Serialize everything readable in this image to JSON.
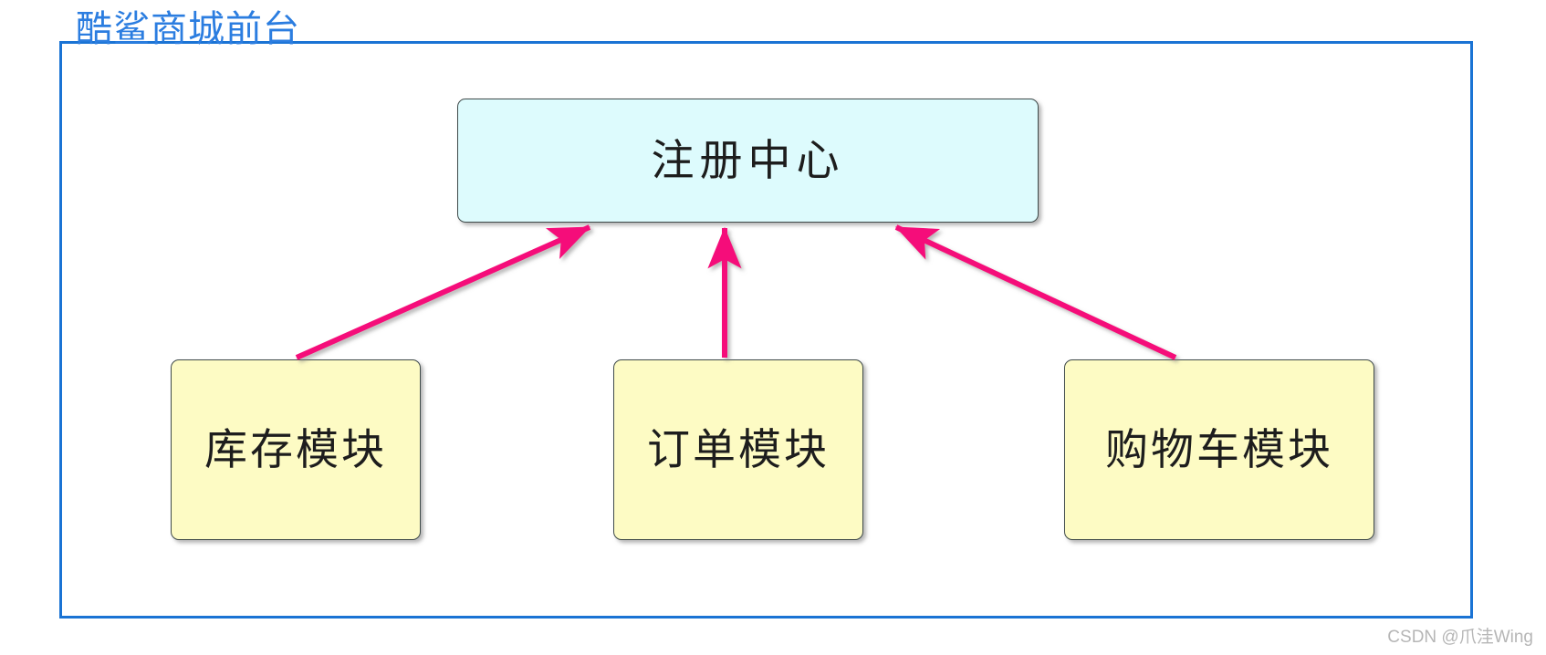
{
  "diagram": {
    "frame": {
      "title": "酷鲨商城前台",
      "border_color": "#1a73d4",
      "title_color": "#2b7de0"
    },
    "nodes": [
      {
        "id": "registry",
        "label": "注册中心",
        "fill": "#ddfbfd",
        "stroke": "#3f4a4a"
      },
      {
        "id": "inventory",
        "label": "库存模块",
        "fill": "#fdfbc4",
        "stroke": "#3f4a4a"
      },
      {
        "id": "order",
        "label": "订单模块",
        "fill": "#fdfbc4",
        "stroke": "#3f4a4a"
      },
      {
        "id": "cart",
        "label": "购物车模块",
        "fill": "#fdfbc4",
        "stroke": "#3f4a4a"
      }
    ],
    "arrows": [
      {
        "id": "inventory-to-registry",
        "from": "inventory",
        "to": "registry",
        "color": "#f50d7a"
      },
      {
        "id": "order-to-registry",
        "from": "order",
        "to": "registry",
        "color": "#f50d7a"
      },
      {
        "id": "cart-to-registry",
        "from": "cart",
        "to": "registry",
        "color": "#f50d7a"
      }
    ],
    "watermark": "CSDN @爪洼Wing"
  }
}
